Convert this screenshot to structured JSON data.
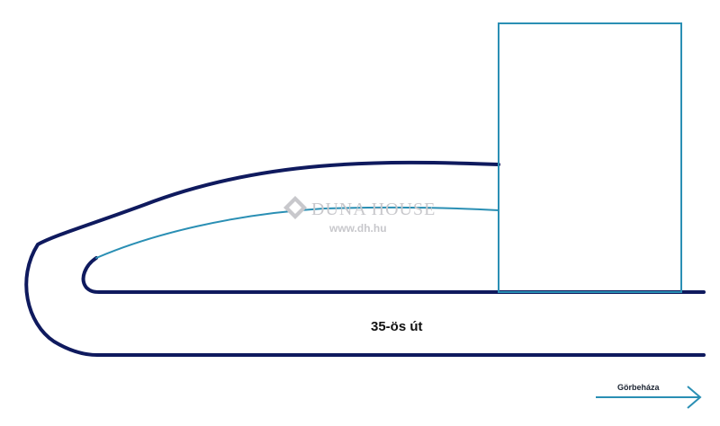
{
  "road": {
    "name": "35-ös út"
  },
  "direction": {
    "label": "Görbeháza"
  },
  "watermark": {
    "brand": "DUNA HOUSE",
    "url": "www.dh.hu"
  },
  "colors": {
    "road_outline": "#0f1a5e",
    "plot_outline": "#2a8fb4",
    "arrow": "#2a8fb4",
    "watermark": "#c8c8cc"
  }
}
